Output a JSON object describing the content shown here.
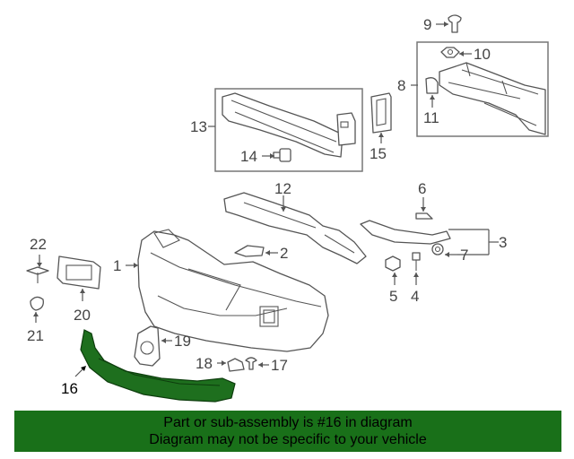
{
  "callouts": {
    "c1": "1",
    "c2": "2",
    "c3": "3",
    "c4": "4",
    "c5": "5",
    "c6": "6",
    "c7": "7",
    "c8": "8",
    "c9": "9",
    "c10": "10",
    "c11": "11",
    "c12": "12",
    "c13": "13",
    "c14": "14",
    "c15": "15",
    "c16": "16",
    "c17": "17",
    "c18": "18",
    "c19": "19",
    "c20": "20",
    "c21": "21",
    "c22": "22"
  },
  "highlighted_part": "16",
  "colors": {
    "highlight": "#1e6f1e",
    "banner": "#197019"
  },
  "banner": {
    "line1": "Part or sub-assembly is #16 in diagram",
    "line2": "Diagram may not be specific to your vehicle"
  }
}
